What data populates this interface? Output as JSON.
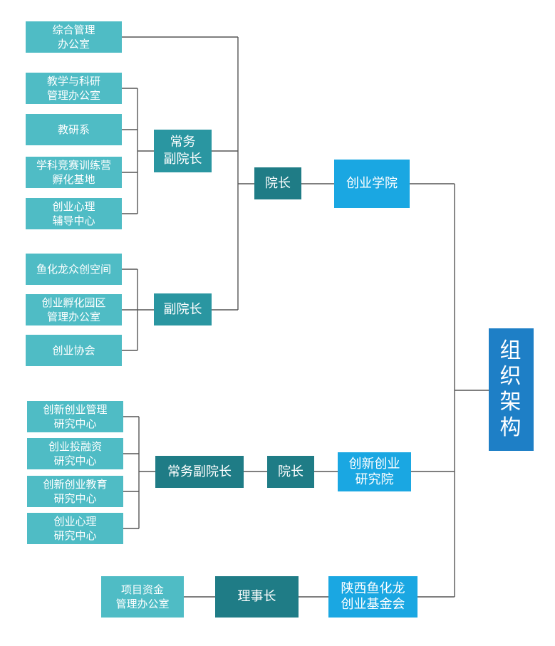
{
  "root": {
    "label": "组\n织\n架\n构"
  },
  "college": {
    "name": "创业学院",
    "president": "院长",
    "exec_vp": "常务\n副院长",
    "vp": "副院长",
    "exec_vp_units": [
      "教学与科研\n管理办公室",
      "教研系",
      "学科竞赛训练营\n孵化基地",
      "创业心理\n辅导中心"
    ],
    "vp_units": [
      "鱼化龙众创空间",
      "创业孵化园区\n管理办公室",
      "创业协会"
    ],
    "direct_unit": "综合管理\n办公室"
  },
  "institute": {
    "name": "创新创业\n研究院",
    "president": "院长",
    "exec_vp": "常务副院长",
    "units": [
      "创新创业管理\n研究中心",
      "创业投融资\n研究中心",
      "创新创业教育\n研究中心",
      "创业心理\n研究中心"
    ]
  },
  "foundation": {
    "name": "陕西鱼化龙\n创业基金会",
    "chairman": "理事长",
    "unit": "项目资金\n管理办公室"
  }
}
